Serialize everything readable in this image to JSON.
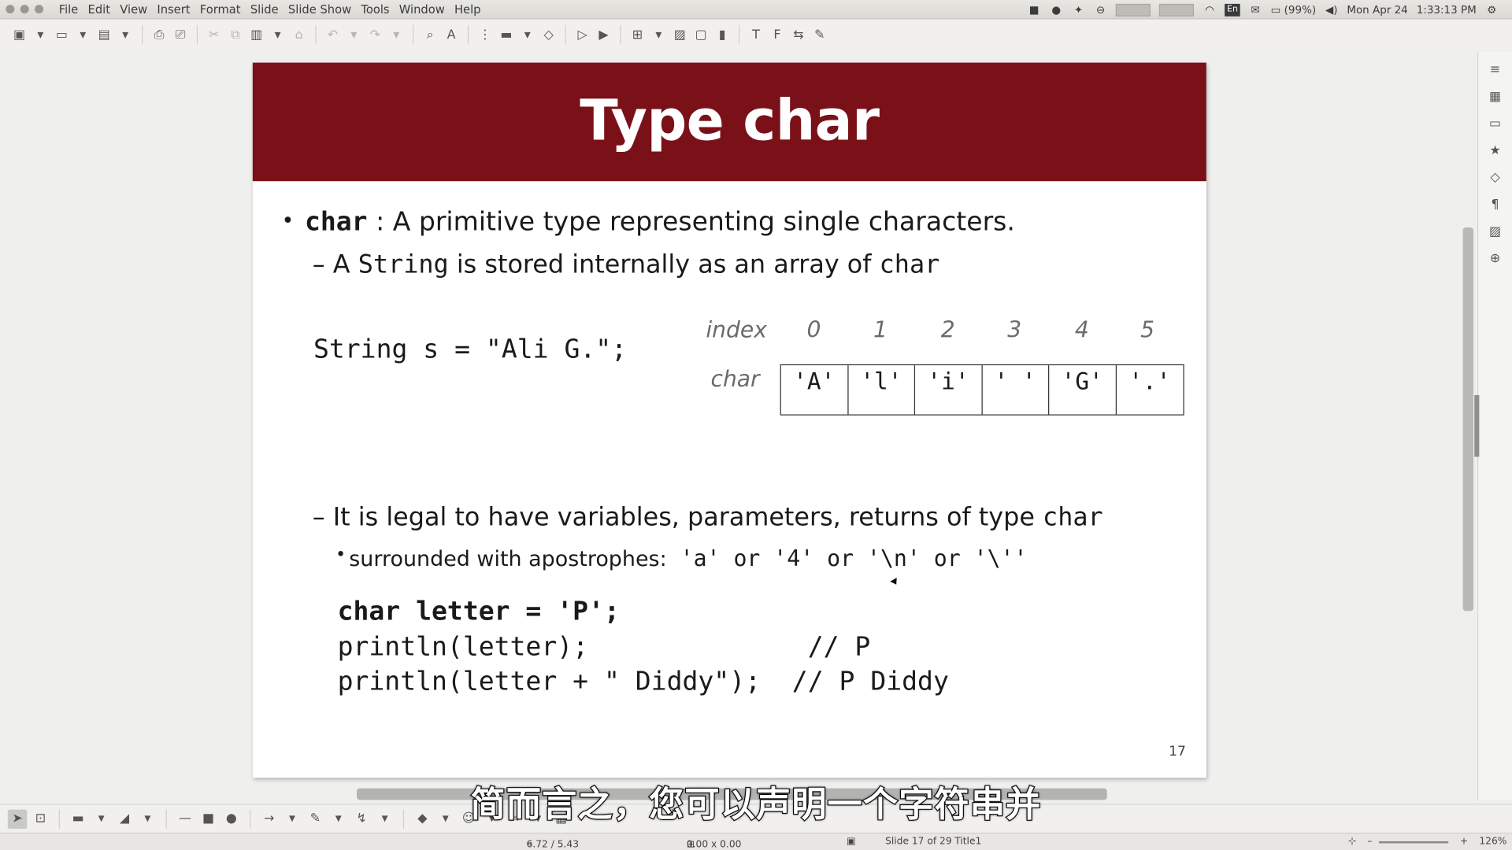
{
  "menubar": {
    "items": [
      "File",
      "Edit",
      "View",
      "Insert",
      "Format",
      "Slide",
      "Slide Show",
      "Tools",
      "Window",
      "Help"
    ],
    "keyboard_layout": "En",
    "battery": "(99%)",
    "date": "Mon Apr 24",
    "time": "1:33:13 PM"
  },
  "slide": {
    "title": "Type char",
    "top_mark": "\"",
    "bullet1_keyword": "char",
    "bullet1_text": " : A primitive type representing single characters.",
    "bullet2_pre": "– A ",
    "bullet2_code": "String",
    "bullet2_mid": " is stored internally as an array of ",
    "bullet2_code2": "char",
    "code_string_decl": "String s = \"Ali G.\";",
    "index_label": "index",
    "char_label": "char",
    "indices": [
      "0",
      "1",
      "2",
      "3",
      "4",
      "5"
    ],
    "chars": [
      "'A'",
      "'l'",
      "'i'",
      "' '",
      "'G'",
      "'.'"
    ],
    "bullet3_text": "– It is legal to have variables, parameters, returns of type ",
    "bullet3_code": "char",
    "bullet4_text": "surrounded with apostrophes:",
    "bullet4_examples": "  'a' or '4'  or '\\n' or '\\''",
    "code_line1": "char letter = 'P';",
    "code_line2": "println(letter);              // P",
    "code_line3": "println(letter + \" Diddy\");  // P Diddy",
    "page_number": "17"
  },
  "subtitle": "简而言之，您可以声明一个字符串并",
  "statusbar": {
    "position": "6.72 / 5.43",
    "size": "0.00 x 0.00",
    "slide_info": "Slide 17 of 29",
    "layout": "Title1",
    "zoom": "126%"
  },
  "colors": {
    "banner": "#7a1119",
    "slide_bg": "#ffffff",
    "workspace": "#efefee"
  }
}
